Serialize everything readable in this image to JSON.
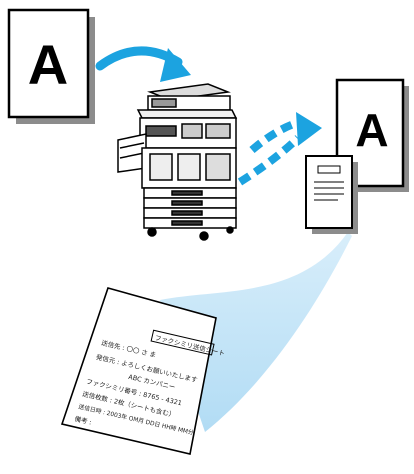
{
  "originals": {
    "source_letter": "A",
    "received_letter": "A"
  },
  "cover_sheet": {
    "title": "ファクシミリ送信シート",
    "lines": [
      "送信先 : 〇〇 さ ま",
      "発信元 : よろしくお願いいたします",
      "ABC カンパニー",
      "ファクシミリ番号 : 8765 - 4321",
      "送信枚数 : 2枚（シートも含む）",
      "送信日時 : 2003年 OM月 DD日 HH時 MM分",
      "備考 :"
    ]
  },
  "colors": {
    "arrow": "#1ca3e0",
    "beam": "#bfe3f7",
    "outline": "#000000",
    "shadow": "#8c8c8c"
  },
  "icons": [
    "document-icon",
    "copier-icon",
    "fax-arrow-icon",
    "cover-sheet-icon"
  ]
}
